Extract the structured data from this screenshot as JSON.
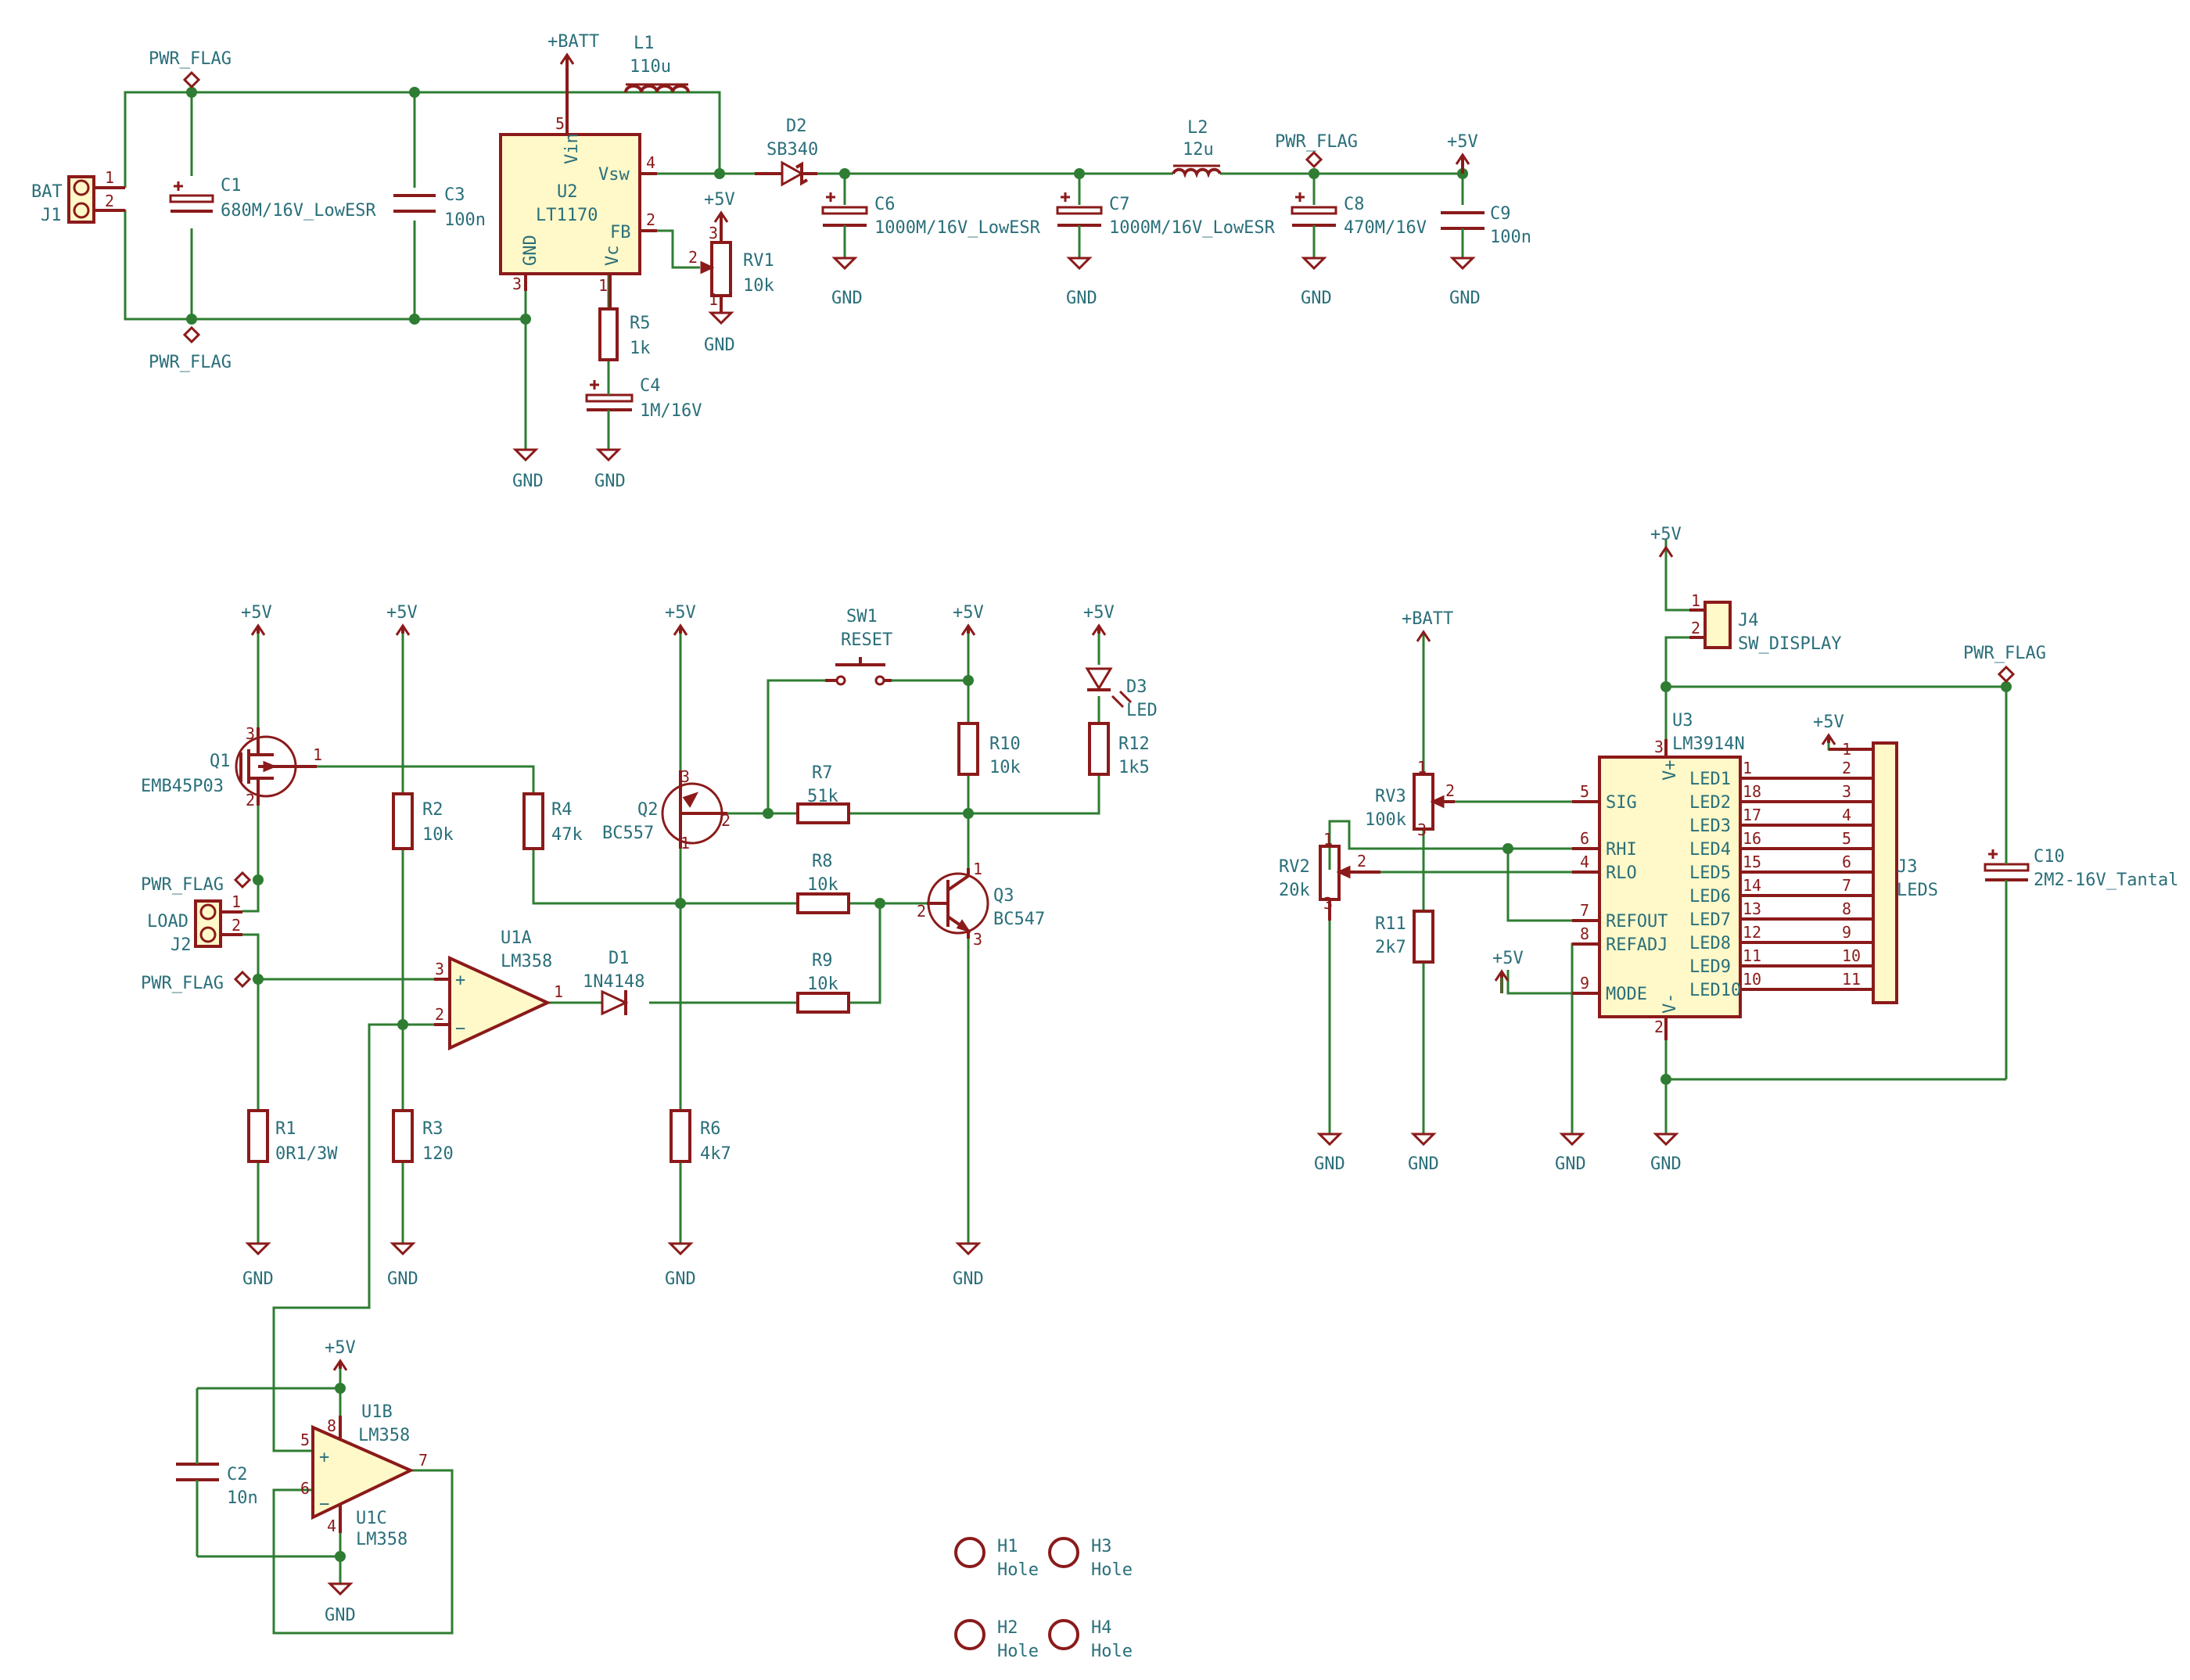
{
  "colors": {
    "wire": "#2e7d32",
    "part": "#8b1a1a",
    "text": "#2a6f7a",
    "body_fill": "#fff8c8",
    "background": "#ffffff"
  },
  "labels": {
    "batt1": "+BATT",
    "l1_ref": "L1",
    "l1_val": "110u",
    "pwrflag_a": "PWR_FLAG",
    "pwrflag_b": "PWR_FLAG",
    "bat": "BAT",
    "j1": "J1",
    "c1_ref": "C1",
    "c1_val": "680M/16V_LowESR",
    "c3_ref": "C3",
    "c3_val": "100n",
    "u2_ref": "U2",
    "u2_val": "LT1170",
    "u2_vin": "Vin",
    "u2_vsw": "Vsw",
    "u2_gnd": "GND",
    "u2_fb": "FB",
    "u2_vc": "Vc",
    "r5_ref": "R5",
    "r5_val": "1k",
    "c4_ref": "C4",
    "c4_val": "1M/16V",
    "gnd_u2": "GND",
    "gnd_c4": "GND",
    "p5v_rv1": "+5V",
    "rv1_ref": "RV1",
    "rv1_val": "10k",
    "gnd_rv1": "GND",
    "d2_ref": "D2",
    "d2_val": "SB340",
    "c6_ref": "C6",
    "c6_val": "1000M/16V_LowESR",
    "gnd_c6": "GND",
    "c7_ref": "C7",
    "c7_val": "1000M/16V_LowESR",
    "gnd_c7": "GND",
    "l2_ref": "L2",
    "l2_val": "12u",
    "pwrflag_c": "PWR_FLAG",
    "c8_ref": "C8",
    "c8_val": "470M/16V",
    "gnd_c8": "GND",
    "p5v_out": "+5V",
    "c9_ref": "C9",
    "c9_val": "100n",
    "gnd_c9": "GND",
    "p5v_q1": "+5V",
    "q1_ref": "Q1",
    "q1_val": "EMB45P03",
    "pwrflag_d": "PWR_FLAG",
    "load": "LOAD",
    "j2": "J2",
    "pwrflag_e": "PWR_FLAG",
    "r1_ref": "R1",
    "r1_val": "0R1/3W",
    "gnd_r1": "GND",
    "p5v_r2": "+5V",
    "r2_ref": "R2",
    "r2_val": "10k",
    "r3_ref": "R3",
    "r3_val": "120",
    "gnd_r3": "GND",
    "r4_ref": "R4",
    "r4_val": "47k",
    "u1a_ref": "U1A",
    "u1a_val": "LM358",
    "d1_ref": "D1",
    "d1_val": "1N4148",
    "p5v_q2": "+5V",
    "q2_ref": "Q2",
    "q2_val": "BC557",
    "r6_ref": "R6",
    "r6_val": "4k7",
    "gnd_r6": "GND",
    "sw1_ref": "SW1",
    "sw1_val": "RESET",
    "r7_ref": "R7",
    "r7_val": "51k",
    "r8_ref": "R8",
    "r8_val": "10k",
    "r9_ref": "R9",
    "r9_val": "10k",
    "p5v_r10": "+5V",
    "r10_ref": "R10",
    "r10_val": "10k",
    "q3_ref": "Q3",
    "q3_val": "BC547",
    "gnd_q3": "GND",
    "p5v_d3": "+5V",
    "d3_ref": "D3",
    "d3_val": "LED",
    "r12_ref": "R12",
    "r12_val": "1k5",
    "p5v_u1b": "+5V",
    "u1b_ref": "U1B",
    "u1b_val": "LM358",
    "u1c_ref": "U1C",
    "u1c_val": "LM358",
    "gnd_u1": "GND",
    "c2_ref": "C2",
    "c2_val": "10n",
    "h1": "H1",
    "h2": "H2",
    "h3": "H3",
    "h4": "H4",
    "hole": "Hole",
    "batt2": "+BATT",
    "rv3_ref": "RV3",
    "rv3_val": "100k",
    "rv2_ref": "RV2",
    "rv2_val": "20k",
    "gnd_rv2": "GND",
    "r11_ref": "R11",
    "r11_val": "2k7",
    "gnd_r11": "GND",
    "p5v_mode": "+5V",
    "gnd_refadj": "GND",
    "p5v_j4": "+5V",
    "j4_ref": "J4",
    "j4_val": "SW_DISPLAY",
    "pwrflag_f": "PWR_FLAG",
    "u3_ref": "U3",
    "u3_val": "LM3914N",
    "u3_vp": "V+",
    "u3_vm": "V-",
    "gnd_u3": "GND",
    "p5v_j3": "+5V",
    "j3_ref": "J3",
    "j3_val": "LEDS",
    "c10_ref": "C10",
    "c10_val": "2M2-16V_Tantal"
  },
  "u3_left_pins": [
    {
      "num": "5",
      "name": "SIG"
    },
    {
      "num": "6",
      "name": "RHI"
    },
    {
      "num": "4",
      "name": "RLO"
    },
    {
      "num": "7",
      "name": "REFOUT"
    },
    {
      "num": "8",
      "name": "REFADJ"
    },
    {
      "num": "9",
      "name": "MODE"
    }
  ],
  "u3_leds": [
    {
      "pin": "1",
      "name": "LED1",
      "j3": "2"
    },
    {
      "pin": "18",
      "name": "LED2",
      "j3": "3"
    },
    {
      "pin": "17",
      "name": "LED3",
      "j3": "4"
    },
    {
      "pin": "16",
      "name": "LED4",
      "j3": "5"
    },
    {
      "pin": "15",
      "name": "LED5",
      "j3": "6"
    },
    {
      "pin": "14",
      "name": "LED6",
      "j3": "7"
    },
    {
      "pin": "13",
      "name": "LED7",
      "j3": "8"
    },
    {
      "pin": "12",
      "name": "LED8",
      "j3": "9"
    },
    {
      "pin": "11",
      "name": "LED9",
      "j3": "10"
    },
    {
      "pin": "10",
      "name": "LED10",
      "j3": "11"
    }
  ],
  "pins": {
    "j1_1": "1",
    "j1_2": "2",
    "u2_5": "5",
    "u2_4": "4",
    "u2_3": "3",
    "u2_2": "2",
    "u2_1": "1",
    "rv1_3": "3",
    "rv1_2": "2",
    "rv1_1": "1",
    "q1_3": "3",
    "q1_1": "1",
    "q1_2": "2",
    "j2_1": "1",
    "j2_2": "2",
    "u1a_3": "3",
    "u1a_2": "2",
    "u1a_1": "1",
    "q2_3": "3",
    "q2_2": "2",
    "q2_1": "1",
    "q3_1": "1",
    "q3_2": "2",
    "q3_3": "3",
    "u1b_5": "5",
    "u1b_6": "6",
    "u1b_7": "7",
    "u1_8": "8",
    "u1_4": "4",
    "rv3_1": "1",
    "rv3_2": "2",
    "rv3_3": "3",
    "rv2_1": "1",
    "rv2_2": "2",
    "rv2_3": "3",
    "j4_1": "1",
    "j4_2": "2",
    "u3_3": "3",
    "u3_2": "2",
    "j3_1": "1"
  }
}
